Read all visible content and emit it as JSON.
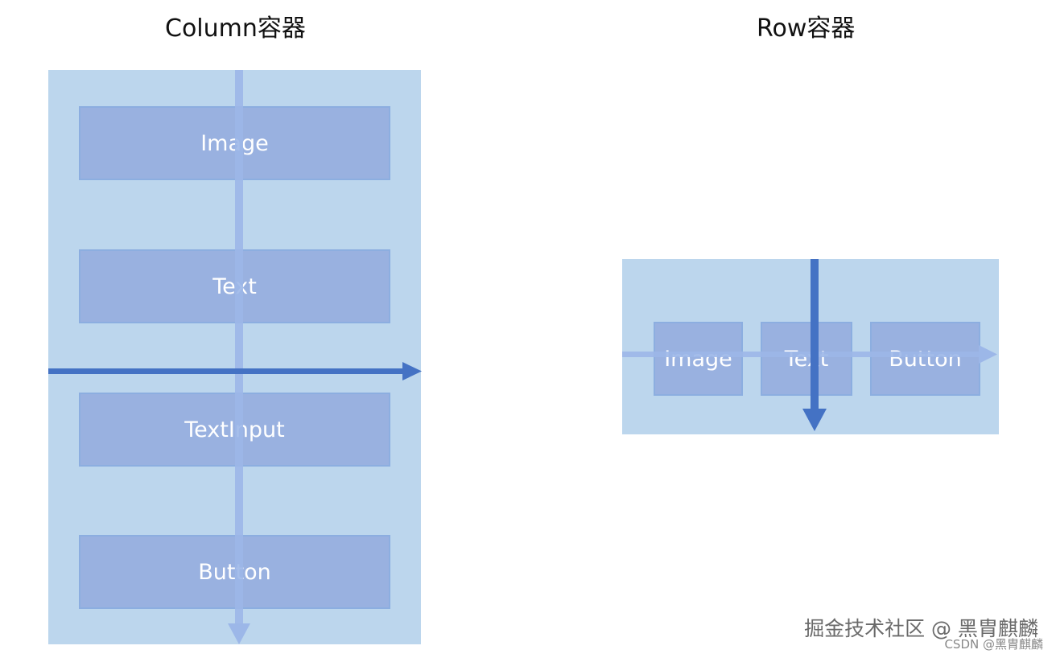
{
  "column": {
    "title": "Column容器",
    "items": [
      "Image",
      "Text",
      "TextInput",
      "Button"
    ]
  },
  "row": {
    "title": "Row容器",
    "items": [
      "Image",
      "Text",
      "Button"
    ]
  },
  "colors": {
    "container": "#bcd6ed",
    "item": "#99b1e0",
    "main_axis_light": "#9cb7e8",
    "cross_axis_dark": "#4472c4"
  },
  "watermark": {
    "main": "掘金技术社区 @ 黑胄麒麟",
    "sub": "CSDN @黑胄麒麟"
  }
}
